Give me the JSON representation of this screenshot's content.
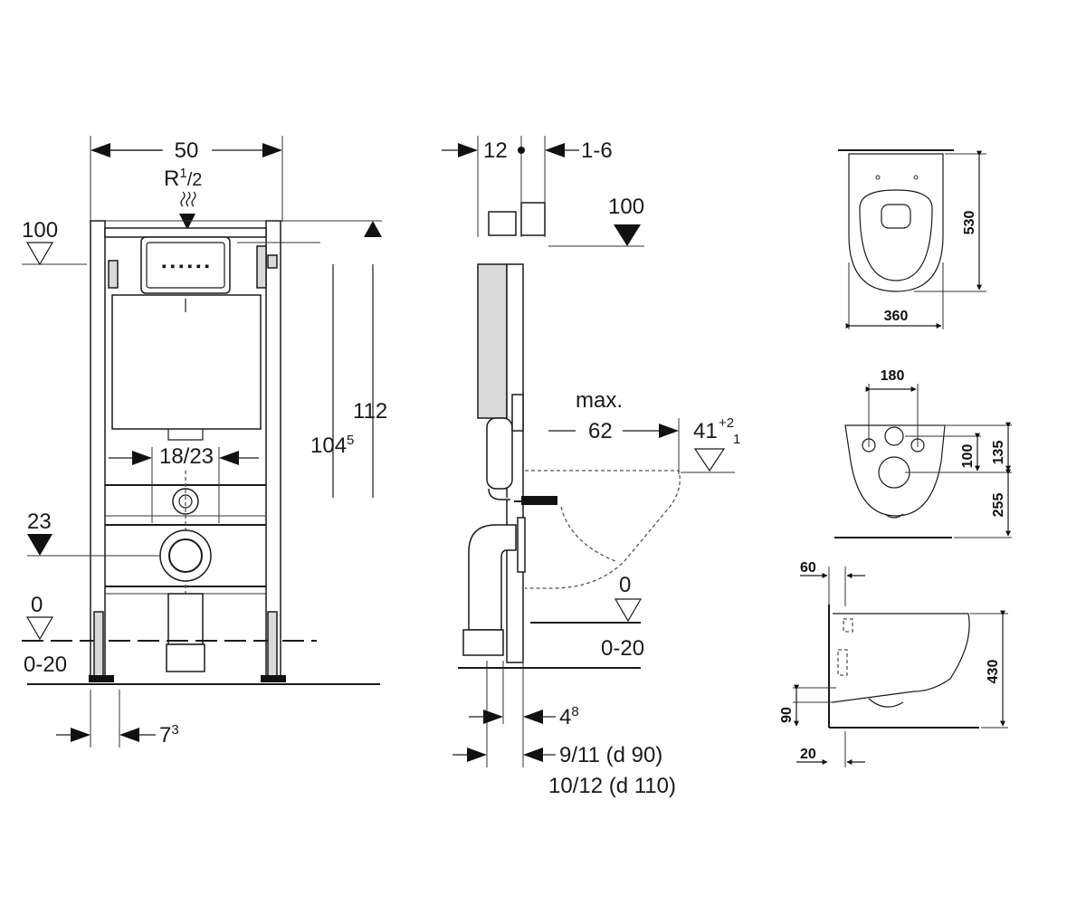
{
  "front_view": {
    "width": "50",
    "inlet": "R",
    "inlet_sup": "1",
    "inlet_frac": "/2",
    "level_top": "100",
    "height_total": "112",
    "height_frame": "104",
    "height_frame_sup": "5",
    "mount_spacing": "18/23",
    "drain_level": "23",
    "floor_level": "0",
    "floor_range": "0-20",
    "foot_offset": "7",
    "foot_offset_sup": "3"
  },
  "side_view": {
    "depth_top": "12",
    "adjust_top": "1-6",
    "level_top": "100",
    "max_label": "max.",
    "max_projection": "62",
    "seat_height": "41",
    "seat_tol_plus": "+2",
    "seat_tol_minus": "1",
    "floor_level": "0",
    "floor_range": "0-20",
    "bottom_offset": "4",
    "bottom_offset_sup": "8",
    "pipe_offset_90": "9/11 (d 90)",
    "pipe_offset_110": "10/12 (d 110)"
  },
  "bowl_views": {
    "top_length": "530",
    "top_width": "360",
    "rear_bolt_spacing": "180",
    "rear_inlet_offset": "100",
    "rear_upper": "135",
    "rear_lower": "255",
    "side_top_offset": "60",
    "side_height": "430",
    "side_bottom": "90",
    "side_floor": "20"
  }
}
